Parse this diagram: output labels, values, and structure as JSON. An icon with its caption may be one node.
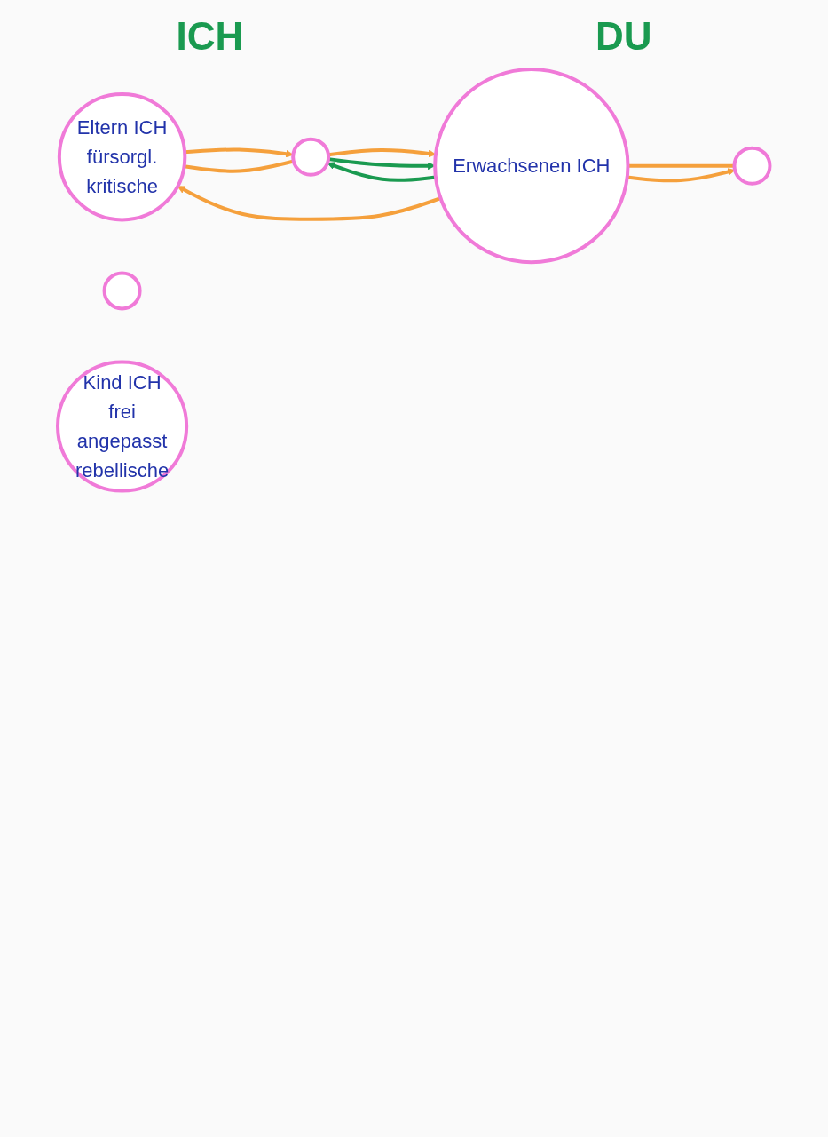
{
  "diagram": {
    "nodes": [
      {
        "text": [
          "Eltern ICH",
          "fürsorgl.",
          "kritische"
        ]
      },
      {
        "text": [],
        "shape": "circle"
      },
      {
        "text": [
          "Erwachsenen ICH"
        ]
      },
      {
        "text": [],
        "shape": "circle"
      },
      {
        "text": [
          "Kind ICH",
          "frei",
          "angepasst",
          "rebellische"
        ]
      },
      {
        "text": [],
        "shape": "circle"
      }
    ],
    "edges": [
      {
        "from": 0,
        "to": 3,
        "arrow": "to"
      },
      {
        "from": 3,
        "to": 2,
        "arrow": "to"
      },
      {
        "from": 2,
        "to": 0,
        "arrow": "to"
      },
      {
        "from": 0,
        "to": 3,
        "arrow": "none"
      },
      {
        "from": 2,
        "to": 3,
        "arrow": "to",
        "color": "#1a9a50"
      },
      {
        "from": 3,
        "to": 2,
        "arrow": "to",
        "color": "#1a9a50"
      },
      {
        "from": 2,
        "to": 5,
        "arrow": "none"
      },
      {
        "from": 2,
        "to": 5,
        "arrow": "to"
      }
    ],
    "labels": [
      "ICH",
      "DU"
    ]
  }
}
